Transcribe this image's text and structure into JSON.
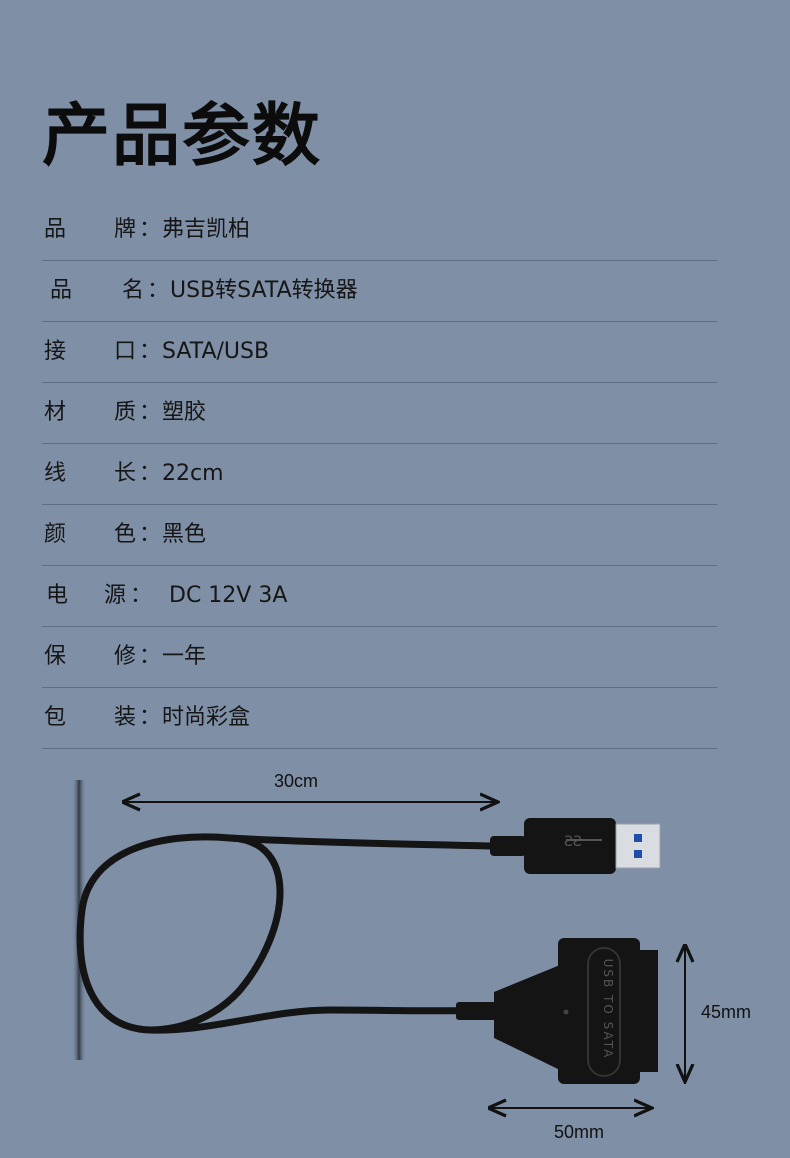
{
  "page": {
    "title": "产品参数"
  },
  "specs": [
    {
      "k1": "品",
      "k2": "牌",
      "colon": "：",
      "value": "弗吉凯柏"
    },
    {
      "k1": "品",
      "k2": "名",
      "colon": "：",
      "value": "USB转SATA转换器"
    },
    {
      "k1": "接",
      "k2": "口",
      "colon": "：",
      "value": "SATA/USB"
    },
    {
      "k1": "材",
      "k2": "质",
      "colon": "：",
      "value": "塑胶"
    },
    {
      "k1": "线",
      "k2": "长",
      "colon": "：",
      "value": "22cm"
    },
    {
      "k1": "颜",
      "k2": "色",
      "colon": "：",
      "value": "黑色"
    },
    {
      "k1": "电",
      "k2": "源",
      "colon": "：",
      "value": "DC 12V  3A"
    },
    {
      "k1": "保",
      "k2": "修",
      "colon": "：",
      "value": "一年"
    },
    {
      "k1": "包",
      "k2": "装",
      "colon": "：",
      "value": "时尚彩盒"
    }
  ],
  "diagram": {
    "cable_length": "30cm",
    "height_dim": "45mm",
    "width_dim": "50mm",
    "adapter_text": "USB TO SATA",
    "usb_logo": "SS"
  },
  "colors": {
    "background": "#7e8fa6",
    "divider": "#5f6f85",
    "device": "#141414"
  }
}
